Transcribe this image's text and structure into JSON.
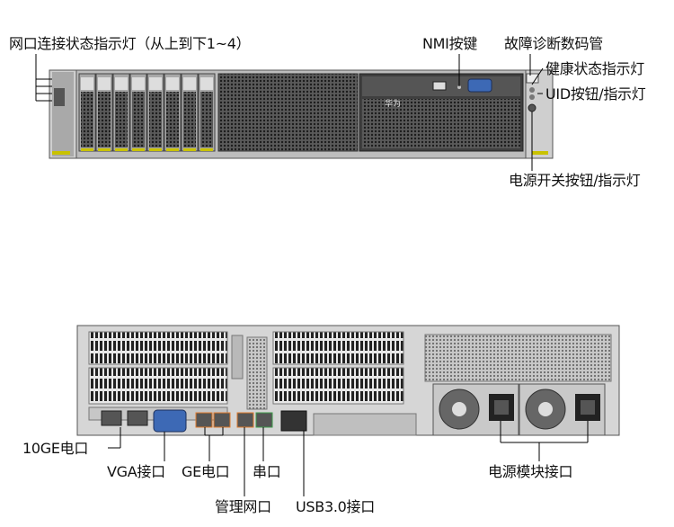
{
  "front_labels": {
    "network_ports_leds": "网口连接状态指示灯（从上到下1~4）",
    "nmi_button": "NMI按键",
    "fault_display": "故障诊断数码管",
    "health_led": "健康状态指示灯",
    "uid_button": "UID按钮/指示灯",
    "power_button": "电源开关按钮/指示灯"
  },
  "rear_labels": {
    "ge10_port": "10GE电口",
    "vga_port": "VGA接口",
    "ge_port": "GE电口",
    "mgmt_port": "管理网口",
    "serial_port": "串口",
    "usb_port": "USB3.0接口",
    "psu_port": "电源模块接口"
  },
  "colors": {
    "chassis": "#d6d6d6",
    "chassis_dark": "#3a3a3a",
    "bay": "#8f8f8f",
    "accent_yellow": "#c9c200",
    "vga_blue": "#3d69b5",
    "port_orange": "#e07a2c",
    "port_green": "#3d9b4a",
    "callout_line": "#000000"
  }
}
